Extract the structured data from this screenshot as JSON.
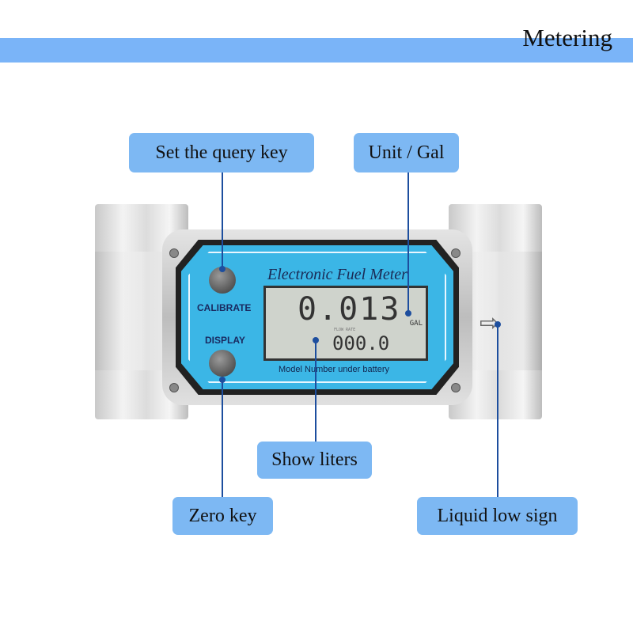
{
  "header": {
    "title": "Metering"
  },
  "meter": {
    "brand": "Electronic Fuel Meter",
    "main_reading": "0.013",
    "unit": "GAL",
    "flow_rate_label": "FLOW RATE",
    "sub_reading": "000.0",
    "model_note": "Model Number under battery",
    "calibrate_label": "CALIBRATE",
    "display_label": "DISPLAY"
  },
  "callouts": {
    "query_key": "Set the query key",
    "unit": "Unit / Gal",
    "show_liters": "Show liters",
    "zero_key": "Zero key",
    "liquid_low": "Liquid low sign"
  },
  "colors": {
    "band": "#7ab4f8",
    "callout": "#7db8f3",
    "face": "#3bb6e6",
    "leader": "#1d4e9e"
  }
}
